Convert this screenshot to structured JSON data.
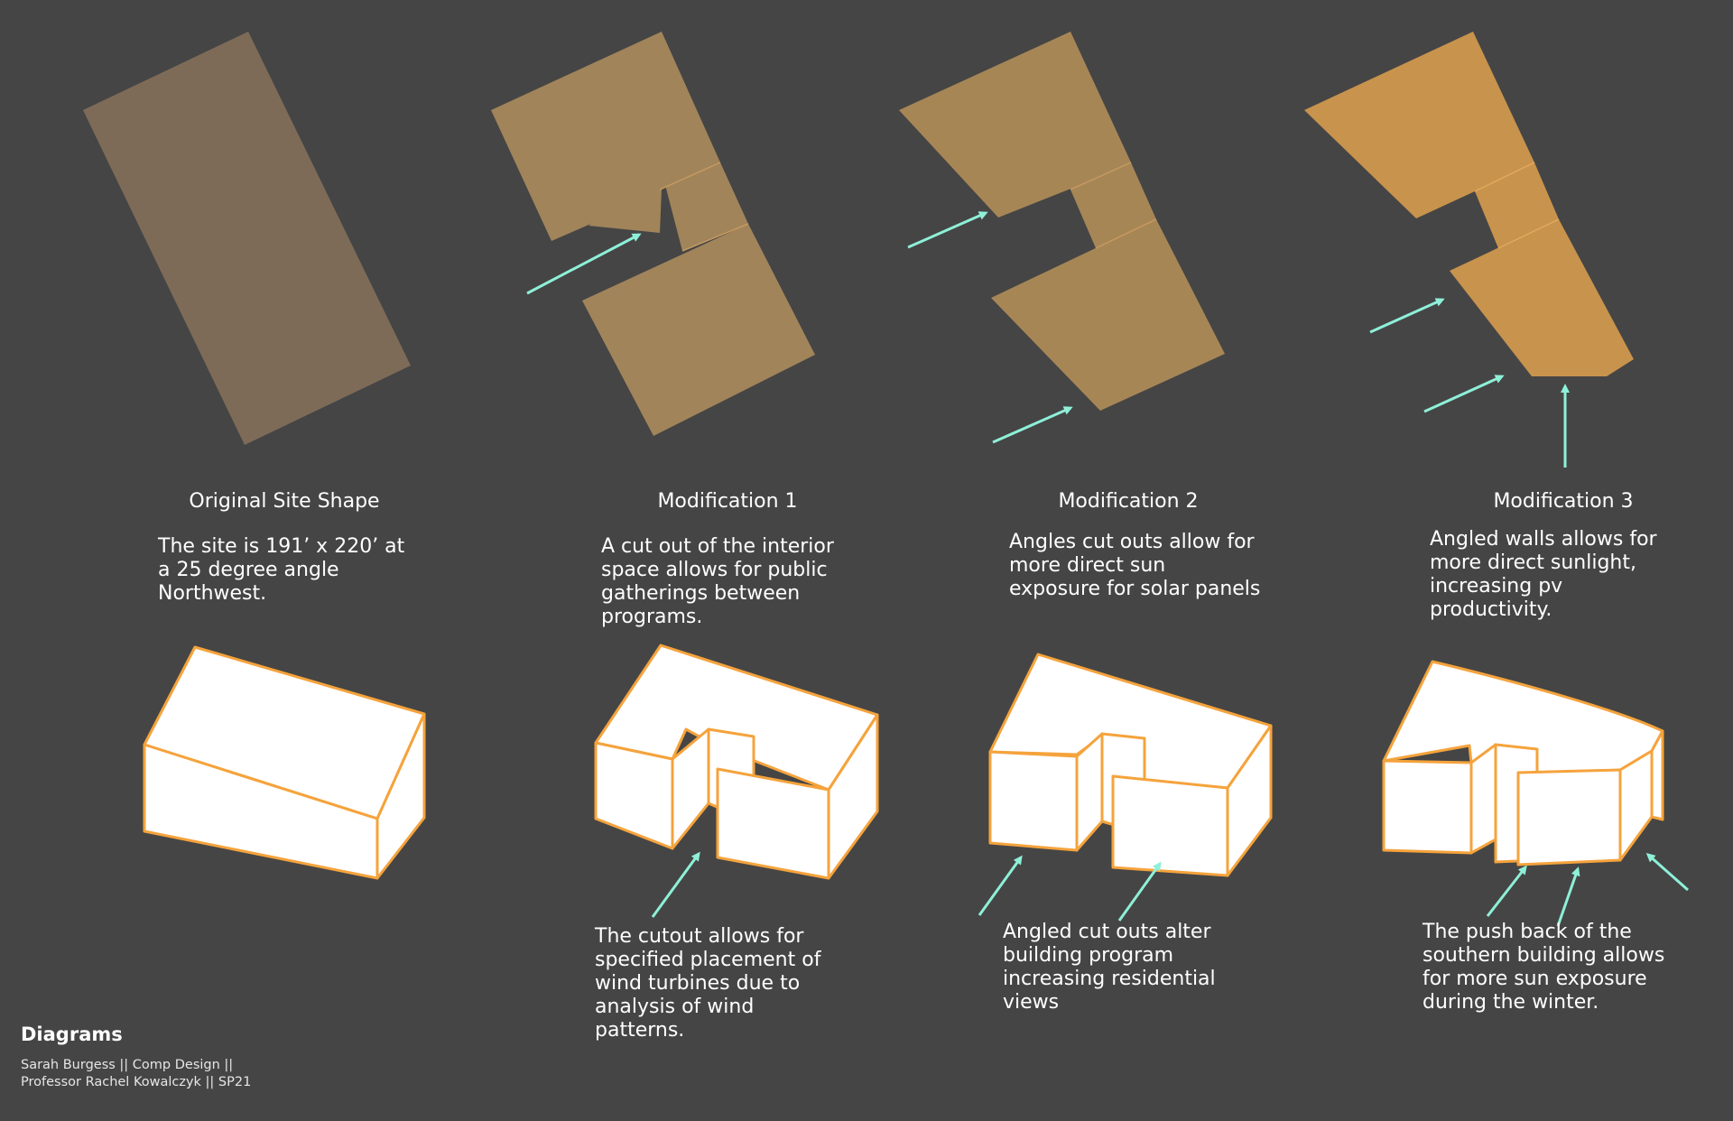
{
  "colors": {
    "background": "#454545",
    "site_shape": "#7d6b58",
    "mod1_shape": "#a1845a",
    "mod2_shape": "#a78656",
    "mod3_shape": "#c8934d",
    "arrow": "#8ef0d8",
    "block_edge": "#f5a33c",
    "block_fill": "#ffffff"
  },
  "panels": [
    {
      "title": "Original Site Shape",
      "plan_text": "The site is 191’ x 220’ at\na 25 degree angle\nNorthwest.",
      "model_text": ""
    },
    {
      "title": "Modification 1",
      "plan_text": "A cut out of the interior\nspace allows for public\ngatherings between\nprograms.",
      "model_text": "The cutout allows for\nspecified placement of\nwind turbines due to\nanalysis of wind\npatterns."
    },
    {
      "title": "Modification 2",
      "plan_text": "Angles cut outs allow for\nmore direct sun\nexposure for solar panels",
      "model_text": "Angled cut outs alter\nbuilding program\nincreasing residential\nviews"
    },
    {
      "title": "Modification 3",
      "plan_text": "Angled walls allows for\nmore direct sunlight,\nincreasing pv\nproductivity.",
      "model_text": "The push back of the\nsouthern building allows\nfor more sun exposure\nduring the winter."
    }
  ],
  "footer": {
    "title": "Diagrams",
    "line1": "Sarah Burgess || Comp Design ||",
    "line2": "Professor Rachel Kowalczyk || SP21"
  }
}
